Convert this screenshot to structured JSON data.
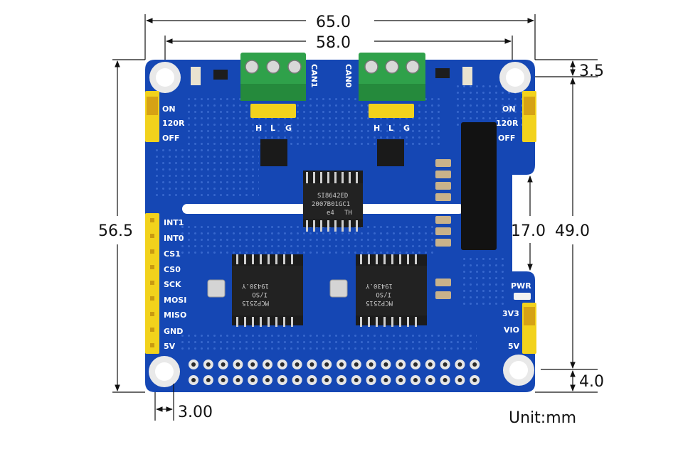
{
  "dimensions": {
    "width_outer": "65.0",
    "width_holes": "58.0",
    "top_hole_offset": "3.5",
    "height_total": "56.5",
    "height_holes": "49.0",
    "notch_height": "17.0",
    "bottom_hole_offset": "4.0",
    "left_hole_offset": "3.00",
    "unit": "Unit:mm"
  },
  "connectors": {
    "can1": "CAN1",
    "can0": "CAN0",
    "pin_h": "H",
    "pin_l": "L",
    "pin_g": "G"
  },
  "left_jumper": {
    "on": "ON",
    "r120": "120R",
    "off": "OFF"
  },
  "right_jumper": {
    "on": "ON",
    "r120": "120R",
    "off": "OFF"
  },
  "left_header": [
    "INT1",
    "INT0",
    "CS1",
    "CS0",
    "SCK",
    "MOSI",
    "MISO",
    "GND",
    "5V"
  ],
  "power": {
    "pwr": "PWR",
    "v3": "3V3",
    "vio": "VIO",
    "v5": "5V"
  },
  "chips": {
    "isolator_line1": "SI8642ED",
    "isolator_line2": "2007B01GC1",
    "isolator_line3": "TH",
    "isolator_badge": "e4",
    "mcp_left_code": "19430.Y",
    "mcp_left_sub": "I/SO",
    "mcp_left_name": "MCP2515",
    "mcp_right_code": "19430.Y",
    "mcp_right_sub": "I/SO",
    "mcp_right_name": "MCP2515"
  }
}
